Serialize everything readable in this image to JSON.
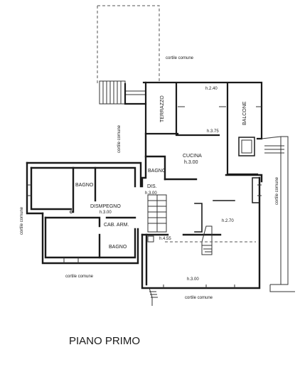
{
  "title": "PIANO PRIMO",
  "labels": {
    "cortile_top": "cortile comune",
    "cortile_center_v": "cortile comune",
    "cortile_left_v": "cortile comune",
    "cortile_right_v": "cortile comune",
    "cortile_bottom_left": "cortile comune",
    "cortile_bottom_right": "cortile comune",
    "terrazzo": "TERRAZZO",
    "balcone": "BALCONE",
    "h_240": "h.2.40",
    "h_375": "h.3.75",
    "cucina": "CUCINA",
    "cucina_h": "h.3.00",
    "bagno_1": "BAGNO",
    "bagno_2": "BAGNO",
    "bagno_3": "BAGNO",
    "dis": "DIS.",
    "dis_h": "h.3.00",
    "disimpegno": "DISMPEGNO",
    "disimpegno_h": "h.3.00",
    "cab_arm": "CAB. ARM.",
    "h_270": "h.2.70",
    "h_455": "h.4.55",
    "h_300_bottom": "h.3.00"
  }
}
